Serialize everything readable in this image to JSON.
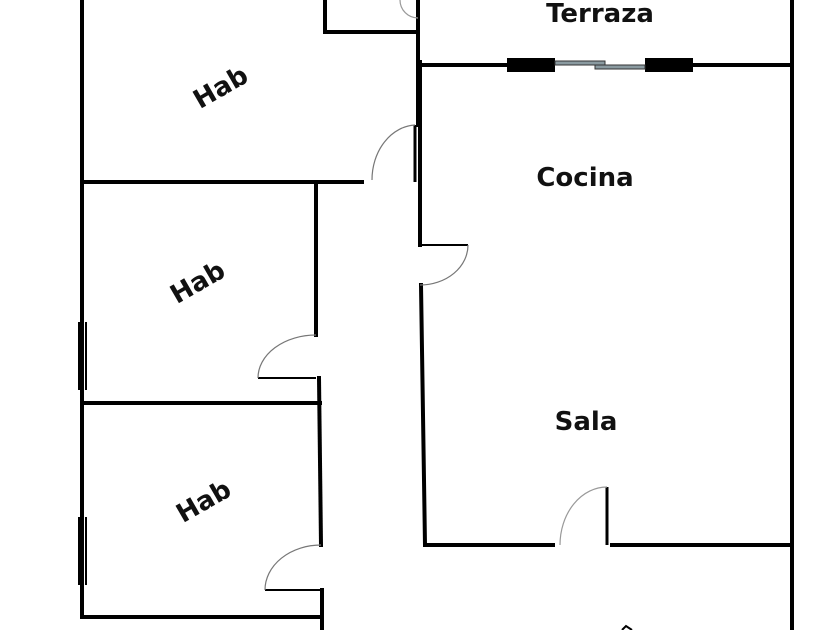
{
  "rooms": {
    "terraza": "Terraza",
    "cocina": "Cocina",
    "sala": "Sala",
    "hab1": "Hab",
    "hab2": "Hab",
    "hab3": "Hab"
  },
  "colors": {
    "wall": "#000000",
    "door_arc": "#888888",
    "window_glass": "#8a9aa0"
  }
}
